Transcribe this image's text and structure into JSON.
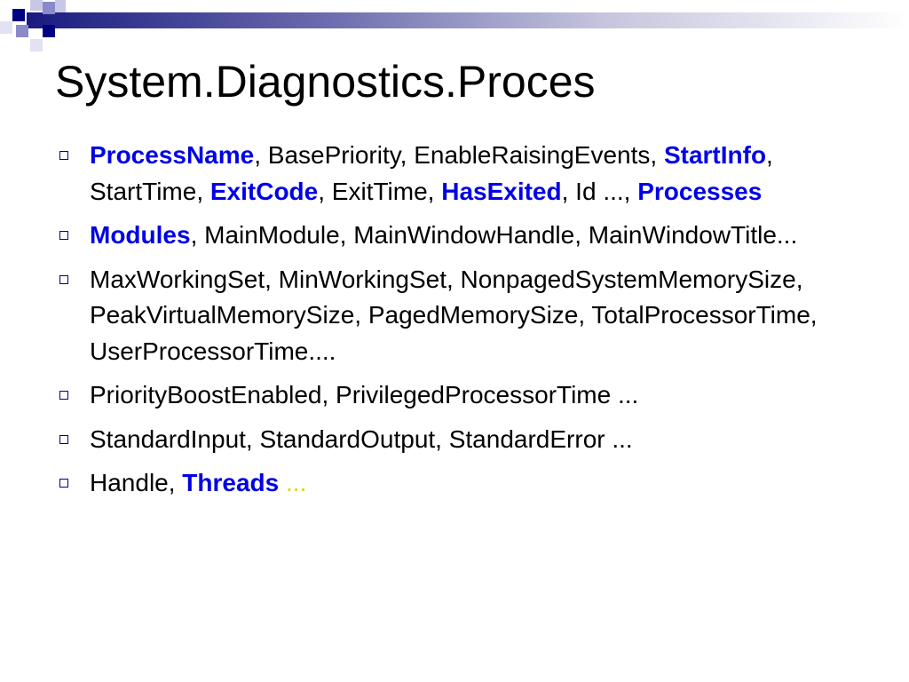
{
  "title": "System.Diagnostics.Proces",
  "colors": {
    "accent": "#000080",
    "keyword": "#0000e6",
    "ellipsis": "#e6d200"
  },
  "icons": {
    "bullet": "hollow-square-bullet-icon"
  },
  "bullets": [
    {
      "segments": [
        {
          "text": "ProcessName",
          "kw": true
        },
        {
          "text": ", BasePriority, EnableRaisingEvents, "
        },
        {
          "text": "StartInfo",
          "kw": true
        },
        {
          "text": ", StartTime, "
        },
        {
          "text": "ExitCode",
          "kw": true
        },
        {
          "text": ", ExitTime, "
        },
        {
          "text": "HasExited",
          "kw": true
        },
        {
          "text": ", Id ..., "
        },
        {
          "text": "Processes",
          "kw": true
        }
      ]
    },
    {
      "segments": [
        {
          "text": "Modules",
          "kw": true
        },
        {
          "text": ", MainModule, MainWindowHandle, MainWindowTitle..."
        }
      ]
    },
    {
      "segments": [
        {
          "text": "MaxWorkingSet, MinWorkingSet, NonpagedSystemMemorySize, PeakVirtualMemorySize, PagedMemorySize, TotalProcessorTime, UserProcessorTime...."
        }
      ]
    },
    {
      "segments": [
        {
          "text": "PriorityBoostEnabled, PrivilegedProcessorTime ..."
        }
      ]
    },
    {
      "segments": [
        {
          "text": "StandardInput, StandardOutput, StandardError ..."
        }
      ]
    },
    {
      "segments": [
        {
          "text": "Handle, "
        },
        {
          "text": "Threads",
          "kw": true
        },
        {
          "text": " ",
          "plain": true
        },
        {
          "text": "...",
          "yellow": true
        }
      ]
    }
  ]
}
